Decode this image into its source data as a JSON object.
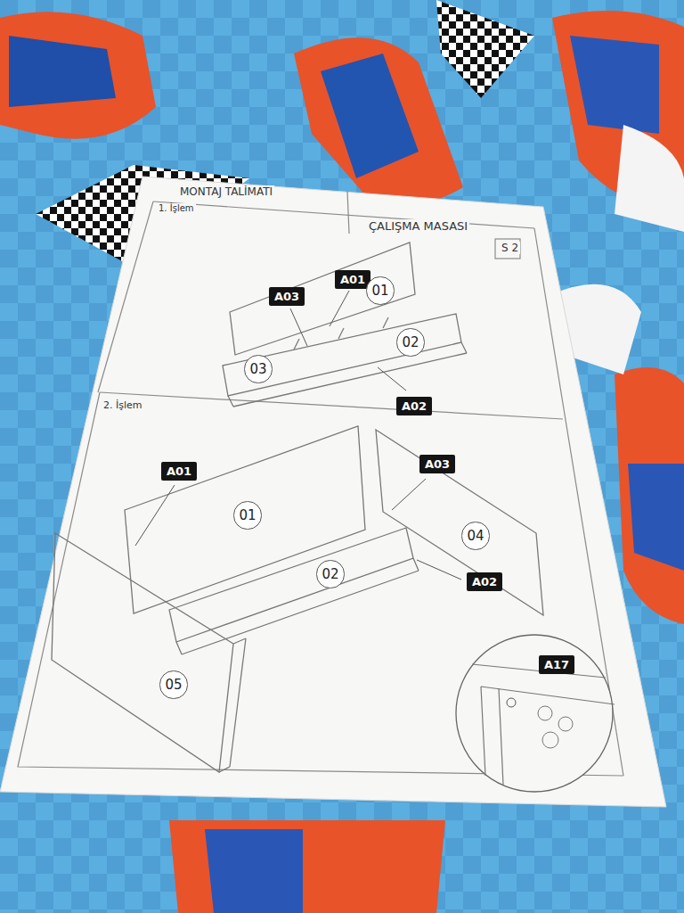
{
  "diagram": {
    "title": "MONTAJ TALİMATI",
    "nodes": [
      {
        "text": [
          "A03"
        ]
      },
      {
        "text": [
          "A01"
        ]
      },
      {
        "text": [
          "01"
        ]
      },
      {
        "text": [
          "02"
        ]
      },
      {
        "text": [
          "03"
        ]
      },
      {
        "text": [
          "A02"
        ]
      },
      {
        "text": [
          "A01"
        ]
      },
      {
        "text": [
          "01"
        ]
      },
      {
        "text": [
          "A03"
        ]
      },
      {
        "text": [
          "04"
        ]
      },
      {
        "text": [
          "02"
        ]
      },
      {
        "text": [
          "A02"
        ]
      },
      {
        "text": [
          "05"
        ]
      },
      {
        "text": [
          "A17"
        ]
      }
    ],
    "labels": [
      "ÇALIŞMA MASASI",
      "S 2",
      "1. İşlem",
      "2. İşlem"
    ]
  }
}
